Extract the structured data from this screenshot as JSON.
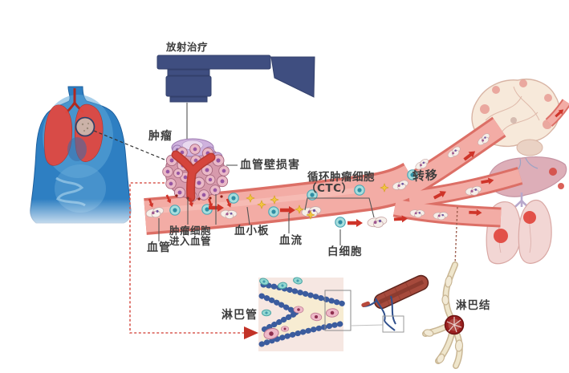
{
  "labels": {
    "radiotherapy": "放射治疗",
    "tumor": "肿瘤",
    "vessel_wall_damage": "血管壁损害",
    "ctc_line1": "循环肿瘤细胞",
    "ctc_line2": "（CTC）",
    "metastasis": "转移",
    "blood_vessel": "血管",
    "tumor_cells_enter_line1": "肿瘤细胞",
    "tumor_cells_enter_line2": "进入血管",
    "platelet": "血小板",
    "blood_flow": "血流",
    "white_blood_cell": "白细胞",
    "lymph_vessel": "淋巴管",
    "lymph_node": "淋巴结"
  },
  "colors": {
    "vessel_pink": "#f3aca5",
    "vessel_edge": "#dc6f66",
    "machine_blue": "#3f4e80",
    "route_dashed_red": "#d85a52",
    "lymph_node_red": "#9a2020",
    "body_blue": "#2e7fc2",
    "lymph_wall_blue": "#3b5c9e",
    "platelet_yellow": "#f2c63f",
    "wbc_teal": "#a7dedd",
    "flow_arrow_red": "#cf3429"
  }
}
